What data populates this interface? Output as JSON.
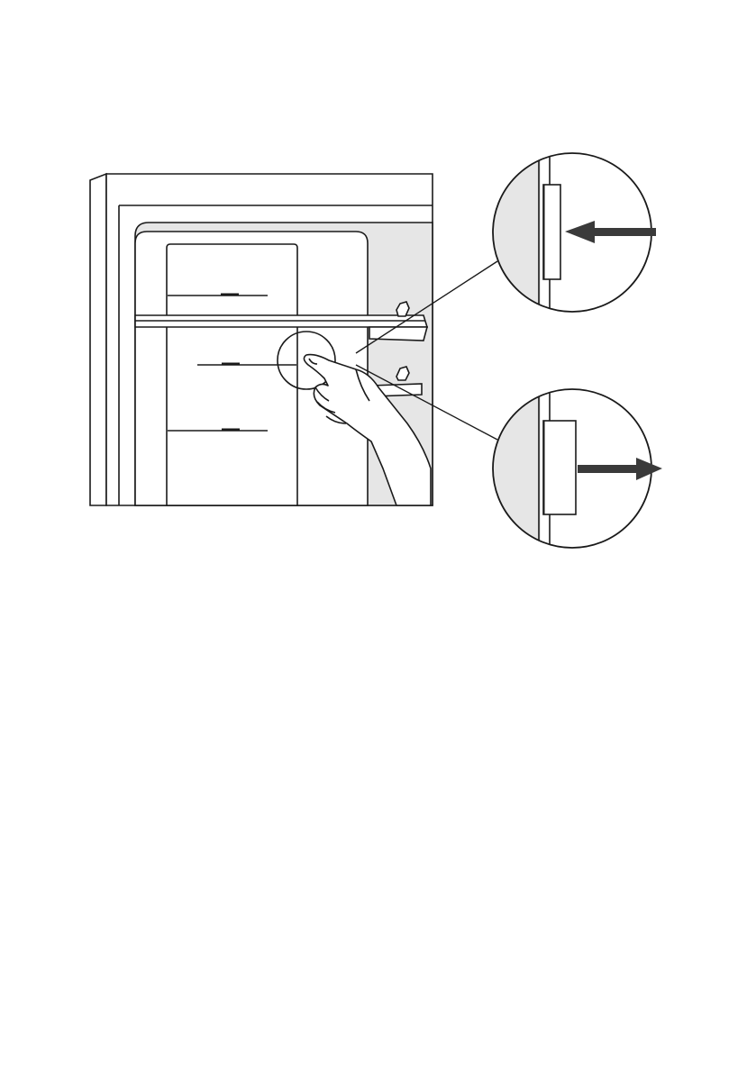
{
  "figure": {
    "description_label": "",
    "callouts": [
      {
        "id": "callout-top",
        "action": "push-in",
        "arrow_direction": "left"
      },
      {
        "id": "callout-bottom",
        "action": "pull-out",
        "arrow_direction": "right"
      }
    ],
    "colors": {
      "line": "#1a1a1a",
      "panel_fill": "#e6e6e6",
      "background": "#ffffff",
      "arrow": "#3a3a3a"
    }
  }
}
